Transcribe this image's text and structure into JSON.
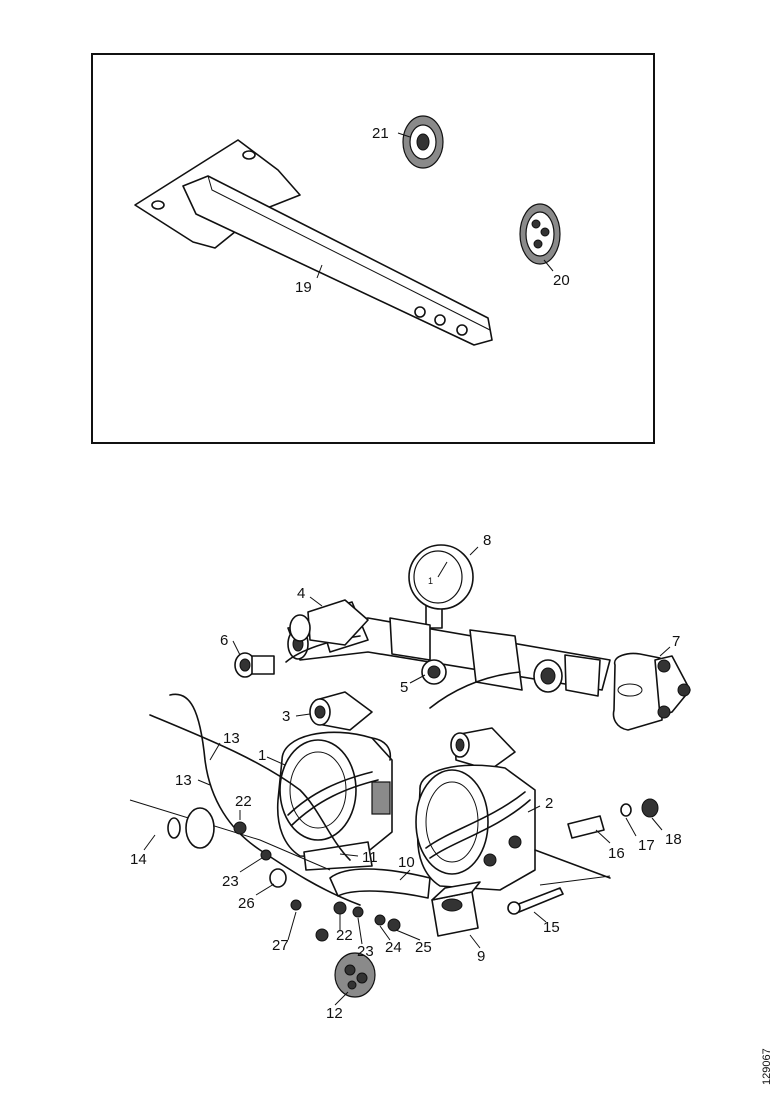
{
  "top_panel": {
    "callouts": {
      "bracket": "19",
      "flange_small": "21",
      "flange_large": "20"
    }
  },
  "assembly": {
    "callouts": {
      "pump_left": "1",
      "pump_right": "2",
      "valve_small": "3",
      "valve_left": "4",
      "valve_center": "5",
      "valve_small_far": "6",
      "valve_right": "7",
      "gauge": "8",
      "block": "9",
      "hose": "10",
      "fitting_11": "11",
      "fitting_12": "12",
      "wire_a": "13",
      "wire_b": "13",
      "clip": "14",
      "screw": "15",
      "pin": "16",
      "washer": "17",
      "nut": "18",
      "nut_a": "22",
      "nut_b": "22",
      "washer_a": "23",
      "washer_b": "23",
      "washer_c": "24",
      "washer_d": "25",
      "fitting_26": "26",
      "fitting_27": "27"
    }
  },
  "side_code": "129067"
}
